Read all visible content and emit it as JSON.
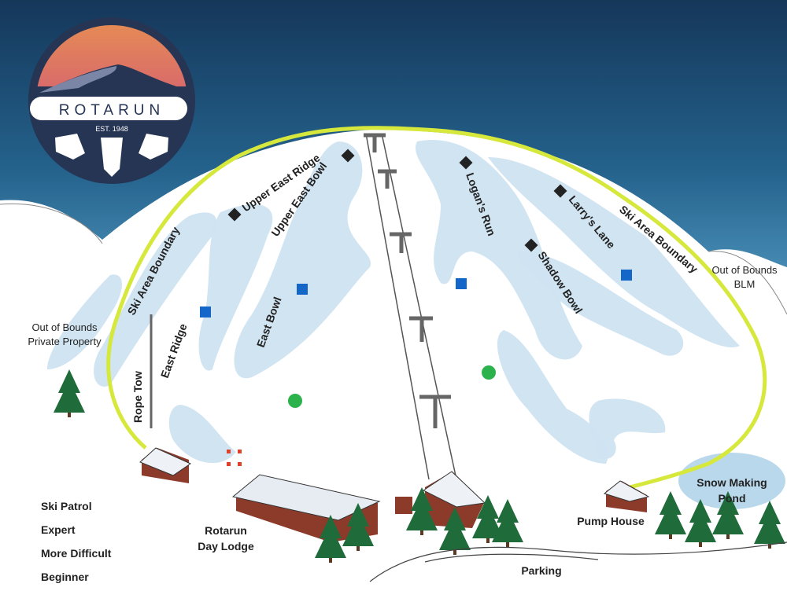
{
  "logo": {
    "name": "ROTARUN",
    "established": "EST. 1948"
  },
  "trails": {
    "upper_east_ridge": "Upper East Ridge",
    "upper_east_bowl": "Upper East Bowl",
    "east_bowl": "East Bowl",
    "east_ridge": "East Ridge",
    "logans_run": "Logan's Run",
    "larrys_lane": "Larry's Lane",
    "shadow_bowl": "Shadow Bowl"
  },
  "features": {
    "ski_area_boundary": "Ski Area Boundary",
    "rope_tow": "Rope Tow",
    "out_of_bounds_private_1": "Out of Bounds",
    "out_of_bounds_private_2": "Private Property",
    "out_of_bounds_blm_1": "Out of Bounds",
    "out_of_bounds_blm_2": "BLM",
    "day_lodge_1": "Rotarun",
    "day_lodge_2": "Day Lodge",
    "pump_house": "Pump House",
    "pond_1": "Snow Making",
    "pond_2": "Pond",
    "parking": "Parking"
  },
  "legend": [
    "Ski Patrol",
    "Expert",
    "More Difficult",
    "Beginner"
  ],
  "colors": {
    "sky_top": "#163a5e",
    "sky_bottom": "#3b82ad",
    "boundary": "#d6e83c",
    "expert": "#222222",
    "intermediate": "#1466c8",
    "beginner": "#2bb24c",
    "ski_patrol": "#e0402a",
    "building": "#8c3b2b"
  }
}
